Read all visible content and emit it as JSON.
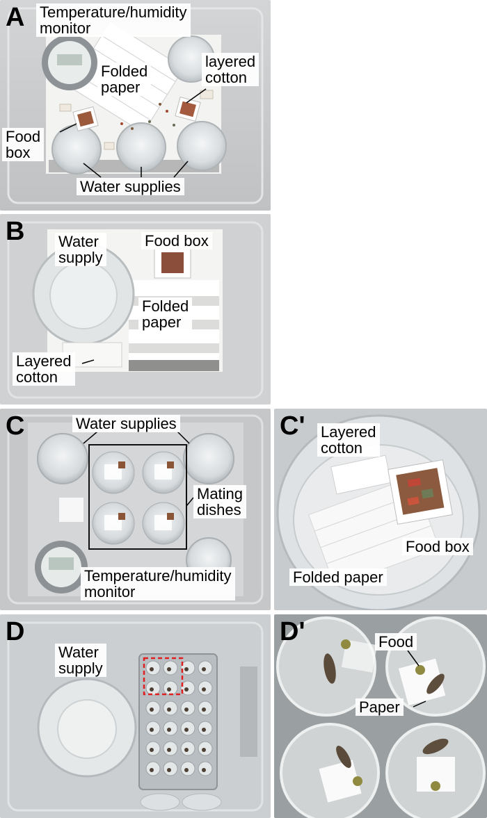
{
  "panels": {
    "A": {
      "letter": "A",
      "temp_monitor": "Temperature/humidity\nmonitor",
      "folded_paper": "Folded\npaper",
      "layered_cotton": "layered\ncotton",
      "food_box": "Food\nbox",
      "water_supplies": "Water supplies"
    },
    "B": {
      "letter": "B",
      "water_supply": "Water\nsupply",
      "food_box": "Food box",
      "folded_paper": "Folded\npaper",
      "layered_cotton": "Layered\ncotton"
    },
    "C": {
      "letter": "C",
      "water_supplies": "Water supplies",
      "mating_dishes": "Mating\ndishes",
      "temp_monitor": "Temperature/humidity\nmonitor"
    },
    "C2": {
      "letter": "C'",
      "layered_cotton": "Layered\ncotton",
      "food_box": "Food box",
      "folded_paper": "Folded paper"
    },
    "D": {
      "letter": "D",
      "water_supply": "Water\nsupply"
    },
    "D2": {
      "letter": "D'",
      "food": "Food",
      "paper": "Paper"
    }
  },
  "colors": {
    "container_bg": "#c9cbcd",
    "paper": "#f4f4f2",
    "dashed_box": "#e02020"
  }
}
